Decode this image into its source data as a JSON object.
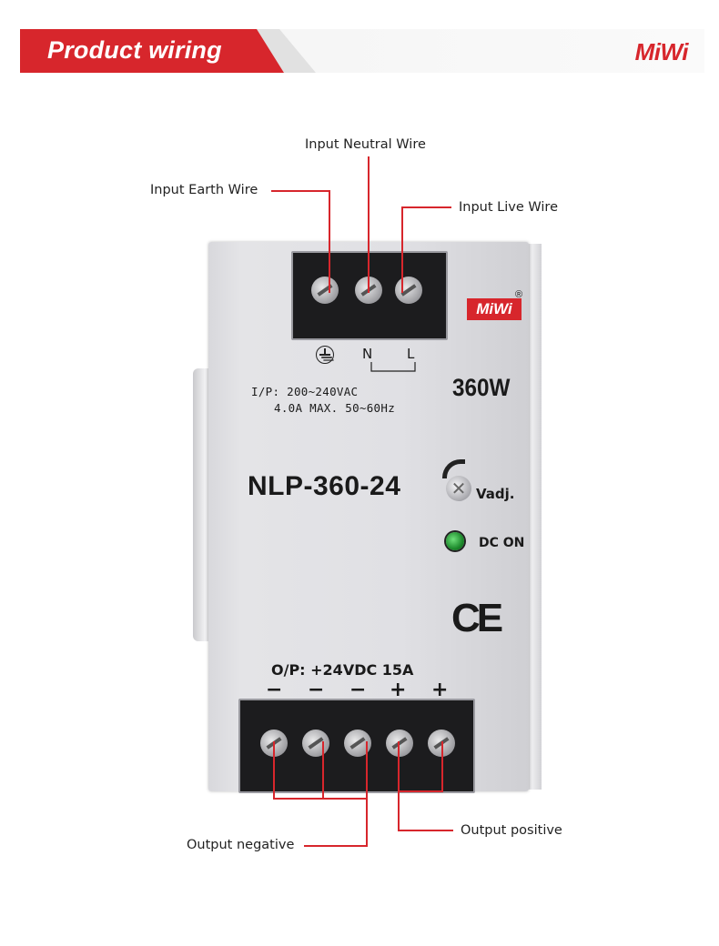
{
  "header": {
    "title": "Product wiring",
    "logo": "MiWi",
    "accent_color": "#d7262c"
  },
  "callouts": {
    "neutral": "Input Neutral Wire",
    "earth": "Input Earth Wire",
    "live": "Input Live Wire",
    "negative": "Output negative",
    "positive": "Output positive"
  },
  "device": {
    "brand": "MiWi",
    "registered": "®",
    "power": "360W",
    "input_line1": "I/P: 200~240VAC",
    "input_line2": "4.0A  MAX. 50~60Hz",
    "model": "NLP-360-24",
    "adjust_label": "Vadj.",
    "led_label": "DC ON",
    "ce_mark": "CE",
    "output_label": "O/P: +24VDC   15A",
    "terminals_top": {
      "n": "N",
      "l": "L",
      "ground_icon": "earth-ground-icon"
    },
    "polarity": [
      "−",
      "−",
      "−",
      "+",
      "+"
    ],
    "led_color": "#1d8a2c"
  }
}
